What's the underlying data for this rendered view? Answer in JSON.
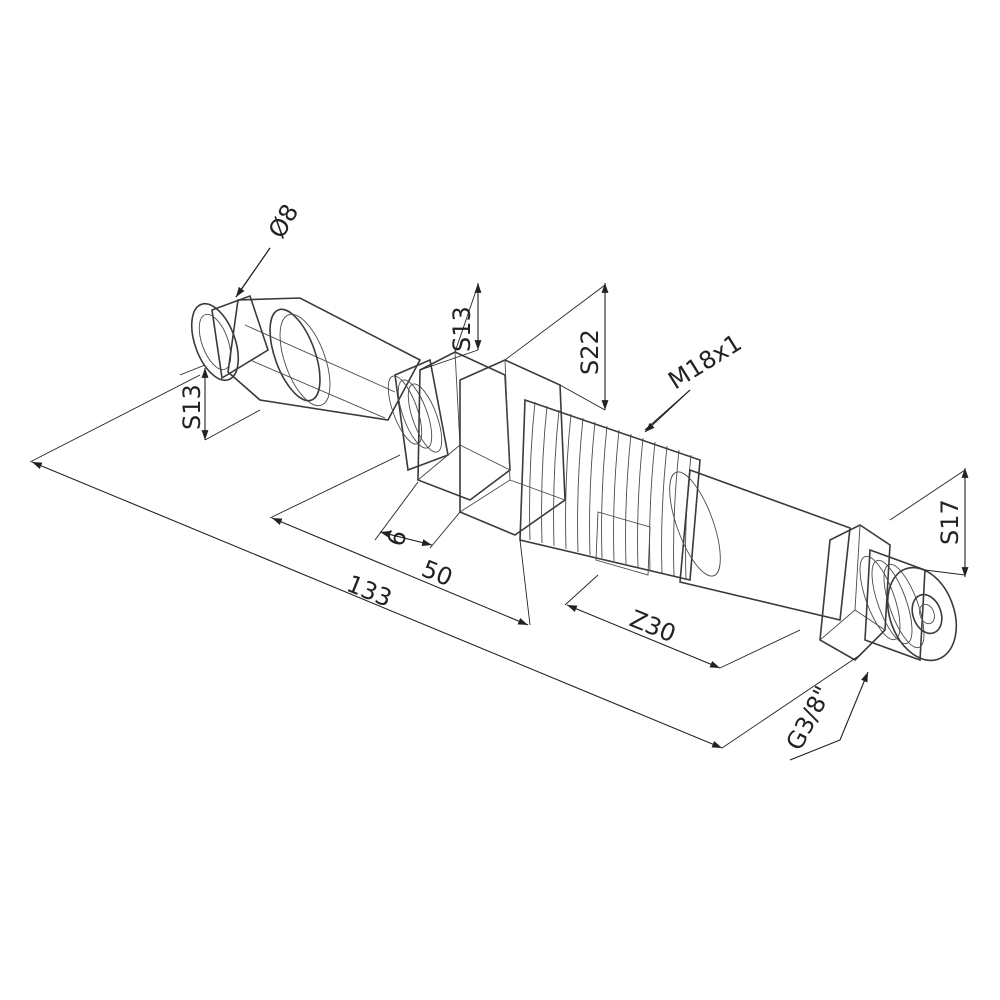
{
  "dimensions": {
    "dia_tip": "Ø8",
    "hex_tip": "S13",
    "hex_nut_small": "S13",
    "hex_nut_large": "S22",
    "thread_main": "M18x1",
    "hex_end": "S17",
    "nut_width": "6",
    "length_body": "50",
    "length_total": "133",
    "length_thread": "Z30",
    "thread_end": "G3/8\""
  }
}
